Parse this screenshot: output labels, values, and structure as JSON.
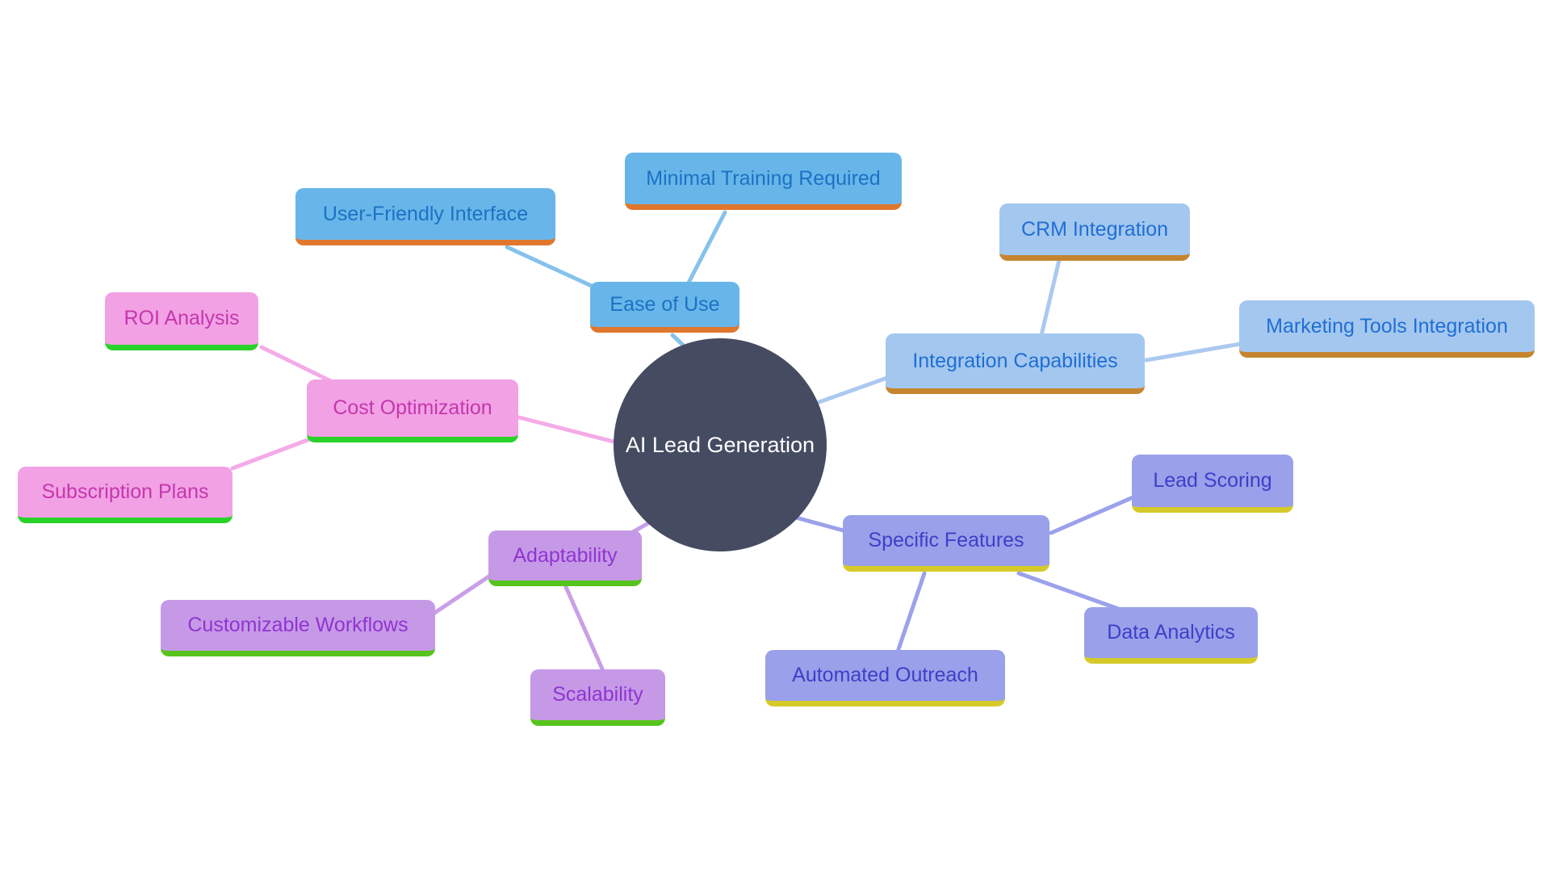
{
  "title": "AI Lead Generation mind map",
  "center": {
    "label": "AI Lead Generation",
    "bg": "#454b61",
    "text": "#ffffff"
  },
  "branches": [
    {
      "id": "ease_of_use",
      "label": "Ease of Use",
      "bg": "#68b6e9",
      "text": "#1b72c4",
      "underline": "#e0772d",
      "line": "#85c2ec",
      "children": [
        {
          "id": "user_friendly_interface",
          "label": "User-Friendly Interface"
        },
        {
          "id": "minimal_training_required",
          "label": "Minimal Training Required"
        }
      ]
    },
    {
      "id": "integration_capabilities",
      "label": "Integration Capabilities",
      "bg": "#a4c7ef",
      "text": "#1f6fd4",
      "underline": "#c5852f",
      "line": "#abc9f0",
      "children": [
        {
          "id": "crm_integration",
          "label": "CRM Integration"
        },
        {
          "id": "marketing_tools_integration",
          "label": "Marketing Tools Integration"
        }
      ]
    },
    {
      "id": "specific_features",
      "label": "Specific Features",
      "bg": "#9aa0e9",
      "text": "#3d3fc8",
      "underline": "#d5ca2a",
      "line": "#9ba1ea",
      "children": [
        {
          "id": "lead_scoring",
          "label": "Lead Scoring"
        },
        {
          "id": "data_analytics",
          "label": "Data Analytics"
        },
        {
          "id": "automated_outreach",
          "label": "Automated Outreach"
        }
      ]
    },
    {
      "id": "adaptability",
      "label": "Adaptability",
      "bg": "#c699e7",
      "text": "#9134d1",
      "underline": "#56c41d",
      "line": "#c99fe8",
      "children": [
        {
          "id": "customizable_workflows",
          "label": "Customizable Workflows"
        },
        {
          "id": "scalability",
          "label": "Scalability"
        }
      ]
    },
    {
      "id": "cost_optimization",
      "label": "Cost Optimization",
      "bg": "#f2a1e4",
      "text": "#c437ad",
      "underline": "#29d229",
      "line": "#f4abe7",
      "children": [
        {
          "id": "roi_analysis",
          "label": "ROI Analysis"
        },
        {
          "id": "subscription_plans",
          "label": "Subscription Plans"
        }
      ]
    }
  ]
}
